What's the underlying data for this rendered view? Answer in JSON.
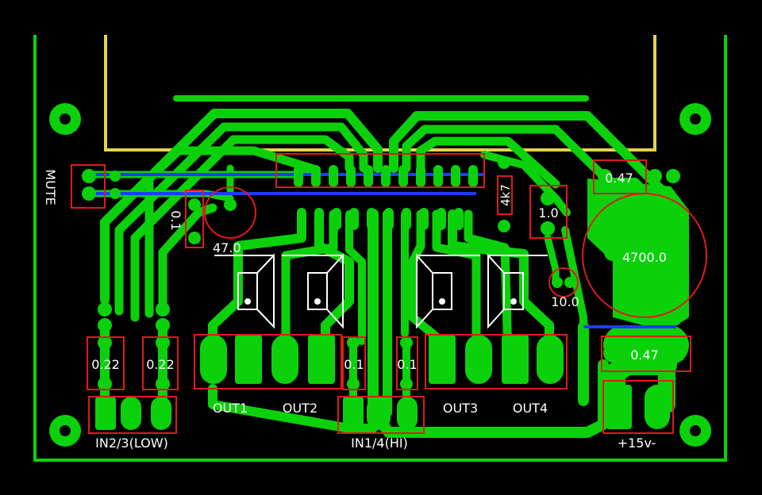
{
  "labels": {
    "mute": "MUTE",
    "r01_left": "0.1",
    "c47": "47.0",
    "r4k7": "4k7",
    "r10": "1.0",
    "r047_top": "0.47",
    "c4700": "4700.0",
    "c10": "10.0",
    "r022_a": "0.22",
    "r022_b": "0.22",
    "r01_a": "0.1",
    "r01_b": "0.1",
    "out1": "OUT1",
    "out2": "OUT2",
    "out3": "OUT3",
    "out4": "OUT4",
    "r047_bot": "0.47",
    "in23": "IN2/3(LOW)",
    "in14": "IN1/4(HI)",
    "power": "+15v-"
  },
  "colors": {
    "background": "#000000",
    "copper": "#0bd10b",
    "silkscreen": "#ffffff",
    "component_outline": "#e01a1a",
    "heatsink_outline": "#e6d44a",
    "jumper": "#1e3cff"
  }
}
